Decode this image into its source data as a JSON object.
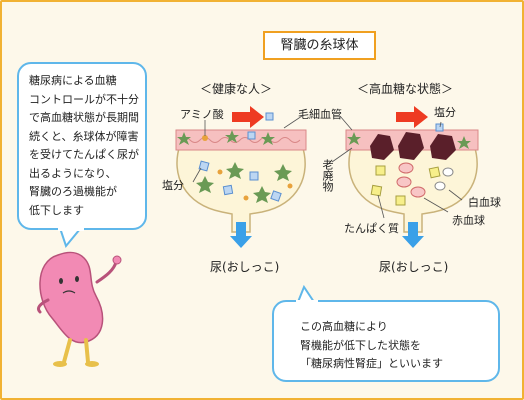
{
  "title": "腎臓の糸球体",
  "left_bubble": {
    "lines": [
      "糖尿病による血糖",
      "コントロールが不十分",
      "で高血糖状態が長期間",
      "続くと、糸球体が障害",
      "を受けてたんぱく尿が",
      "出るようになり、",
      "腎臓のろ過機能が",
      "低下します"
    ]
  },
  "bottom_bubble": {
    "lines": [
      "この高血糖により",
      "腎機能が低下した状態を",
      "「糖尿病性腎症」といいます"
    ]
  },
  "healthy": {
    "heading": "＜健康な人＞",
    "amino_label": "アミノ酸",
    "salt_label": "塩分",
    "urine_label": "尿(おしっこ)"
  },
  "hyperglycemia": {
    "heading": "＜高血糖な状態＞",
    "salt_label": "塩分",
    "waste_label": "老廃物",
    "protein_label": "たんぱく質",
    "wbc_label": "白血球",
    "rbc_label": "赤血球",
    "urine_label": "尿(おしっこ)"
  },
  "capillary_label": "毛細血管",
  "colors": {
    "frame": "#f1b233",
    "bubble_border": "#5fb7ea",
    "capillary": "#f6c0c0",
    "arrow_red": "#ee3b22",
    "arrow_blue": "#3aa0e8",
    "star": "#6a9a55",
    "damage": "#5a1f2a",
    "character": "#f28ab4"
  }
}
